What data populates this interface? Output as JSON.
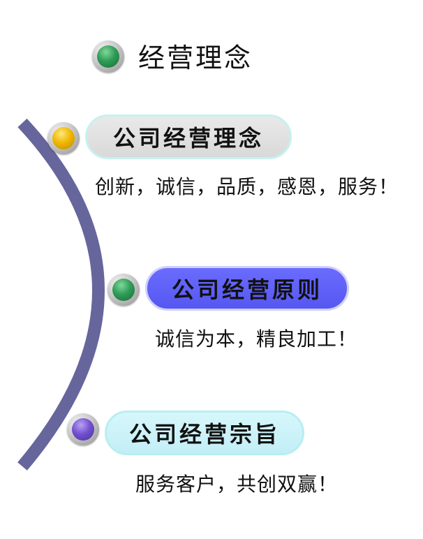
{
  "header": {
    "title": "经营理念"
  },
  "items": [
    {
      "label": "公司经营理念",
      "description": "创新，诚信，品质，感恩，服务！"
    },
    {
      "label": "公司经营原则",
      "description": "诚信为本，精良加工！"
    },
    {
      "label": "公司经营宗旨",
      "description": "服务客户，共创双赢！"
    }
  ],
  "colors": {
    "arc": "#66669c",
    "pill_1": "#dedede",
    "pill_2": "#5f61f8",
    "pill_3": "#cbf2f8",
    "bullet_yellow": "#f0b800",
    "bullet_green": "#2f9c57",
    "bullet_purple": "#7451d0"
  },
  "icons": {
    "header_bullet": "green-sphere-icon",
    "item_1_bullet": "yellow-sphere-icon",
    "item_2_bullet": "green-sphere-icon",
    "item_3_bullet": "purple-sphere-icon"
  }
}
